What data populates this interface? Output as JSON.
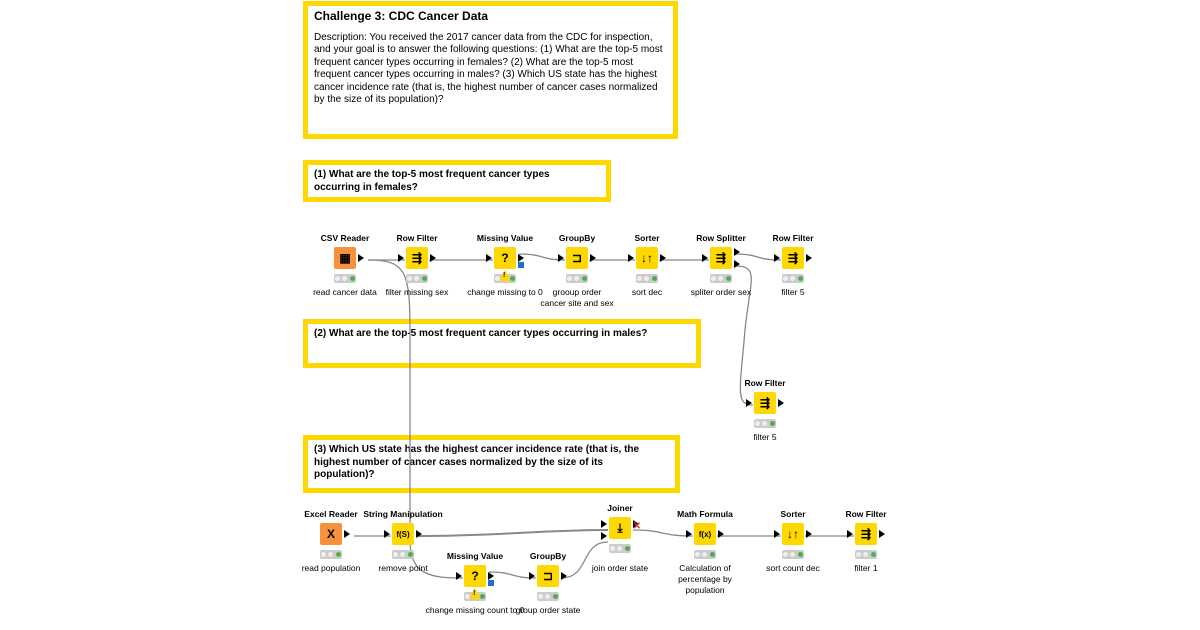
{
  "annotations": {
    "challenge": {
      "title": "Challenge 3: CDC Cancer Data",
      "description": "Description: You received the 2017 cancer data from the CDC for inspection, and your goal is to answer the following questions: (1) What are the top-5 most frequent cancer types occurring in females? (2) What are the top-5 most frequent cancer types occurring in males? (3) Which US state has the highest cancer incidence rate (that is, the highest number of cancer cases normalized by the size of its population)?"
    },
    "q1": "(1) What are the top-5 most frequent cancer types occurring in females?",
    "q2": "(2) What are the top-5 most frequent cancer types occurring in males?",
    "q3": "(3) Which US state has the highest cancer incidence rate (that is, the highest number of cancer cases normalized by the size of its population)?"
  },
  "colors": {
    "annotation_border": "#FFD800",
    "manipulator": "#FFD800",
    "source": "#F7913D",
    "status_ok": "#4caf50"
  },
  "nodes": [
    {
      "title": "CSV Reader",
      "label": "read cancer data",
      "icon": "csv-reader-icon",
      "glyph": "▦",
      "kind": "source",
      "status": "executed"
    },
    {
      "title": "Row Filter",
      "label": "filter missing sex",
      "icon": "row-filter-icon",
      "glyph": "⇶",
      "kind": "manipulator",
      "status": "executed"
    },
    {
      "title": "Missing Value",
      "label": "change missing to 0",
      "icon": "missing-value-icon",
      "glyph": "?",
      "kind": "manipulator",
      "status": "warning"
    },
    {
      "title": "GroupBy",
      "label": "grooup order cancer site and sex",
      "icon": "groupby-icon",
      "glyph": "⊐",
      "kind": "manipulator",
      "status": "executed"
    },
    {
      "title": "Sorter",
      "label": "sort dec",
      "icon": "sorter-icon",
      "glyph": "↓↑",
      "kind": "manipulator",
      "status": "executed"
    },
    {
      "title": "Row Splitter",
      "label": "spliter order sex",
      "icon": "row-splitter-icon",
      "glyph": "⇶",
      "kind": "manipulator",
      "status": "executed"
    },
    {
      "title": "Row Filter",
      "label": "filter 5",
      "icon": "row-filter-icon",
      "glyph": "⇶",
      "kind": "manipulator",
      "status": "executed"
    },
    {
      "title": "Row Filter",
      "label": "filter 5",
      "icon": "row-filter-icon",
      "glyph": "⇶",
      "kind": "manipulator",
      "status": "executed"
    },
    {
      "title": "Excel Reader",
      "label": "read population",
      "icon": "excel-reader-icon",
      "glyph": "X",
      "kind": "source",
      "status": "executed"
    },
    {
      "title": "String Manipulation",
      "label": "remove point",
      "icon": "string-manipulation-icon",
      "glyph": "f(S)",
      "kind": "manipulator",
      "status": "executed"
    },
    {
      "title": "Missing Value",
      "label": "change missing count to 0",
      "icon": "missing-value-icon",
      "glyph": "?",
      "kind": "manipulator",
      "status": "warning"
    },
    {
      "title": "GroupBy",
      "label": "group order state",
      "icon": "groupby-icon",
      "glyph": "⊐",
      "kind": "manipulator",
      "status": "executed"
    },
    {
      "title": "Joiner",
      "label": "join order state",
      "icon": "joiner-icon",
      "glyph": "⤓",
      "kind": "manipulator",
      "status": "executed"
    },
    {
      "title": "Math Formula",
      "label": "Calculation of percentage by population",
      "icon": "math-formula-icon",
      "glyph": "f(x)",
      "kind": "manipulator",
      "status": "executed"
    },
    {
      "title": "Sorter",
      "label": "sort count dec",
      "icon": "sorter-icon",
      "glyph": "↓↑",
      "kind": "manipulator",
      "status": "executed"
    },
    {
      "title": "Row Filter",
      "label": "filter 1",
      "icon": "row-filter-icon",
      "glyph": "⇶",
      "kind": "manipulator",
      "status": "executed"
    }
  ]
}
